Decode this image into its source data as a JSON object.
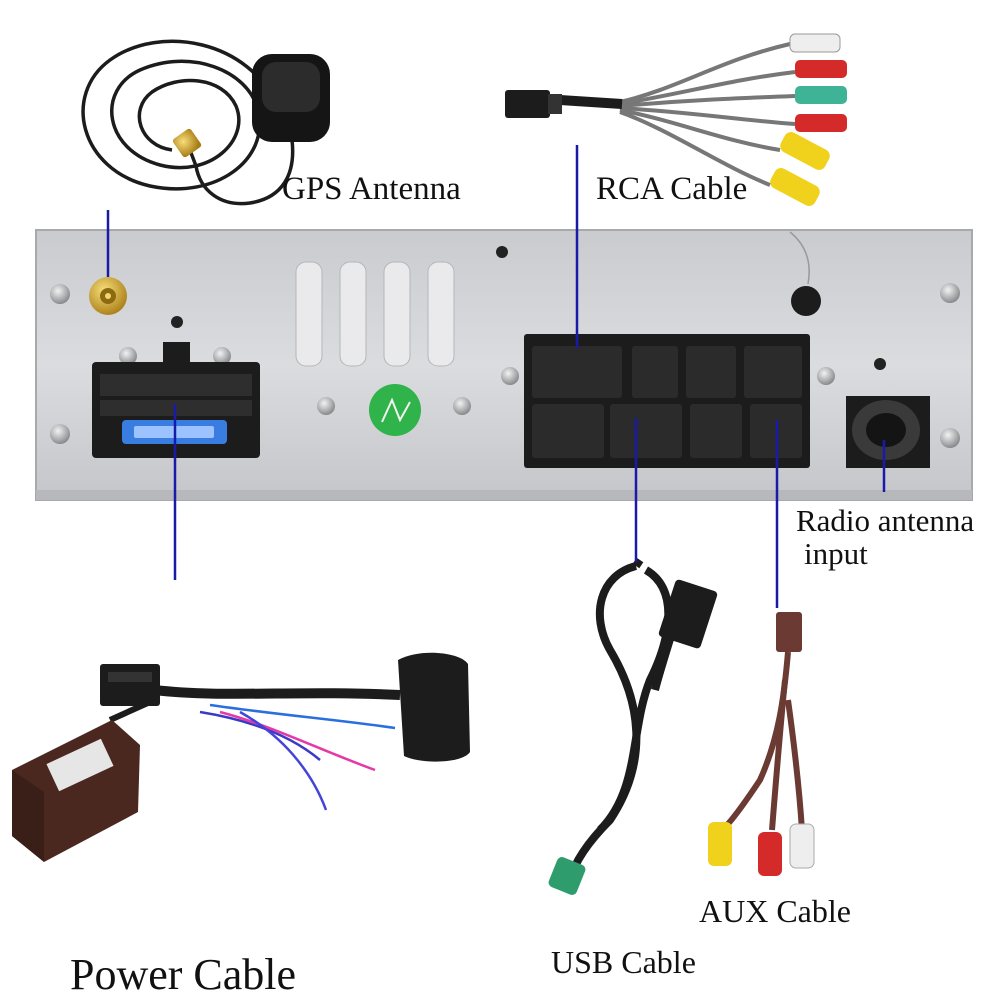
{
  "labels": {
    "gps_antenna": "GPS Antenna",
    "rca_cable": "RCA Cable",
    "radio_antenna_line1": "Radio antenna",
    "radio_antenna_line2": "input",
    "usb_cable": "USB Cable",
    "aux_cable": "AUX Cable",
    "power_cable": "Power Cable"
  },
  "colors": {
    "leader_line": "#1a1aa8",
    "panel": "#d2d4d8",
    "connector": "#1e1e1e",
    "fuse": "#3a7de0",
    "gold_jack": "#d4a72c",
    "sticker": "#2fb34a",
    "rca_red": "#d42a2a",
    "rca_white": "#eeeeee",
    "rca_yellow": "#f0d21c",
    "rca_green": "#3fb395",
    "usb_green": "#2f9c6e"
  }
}
